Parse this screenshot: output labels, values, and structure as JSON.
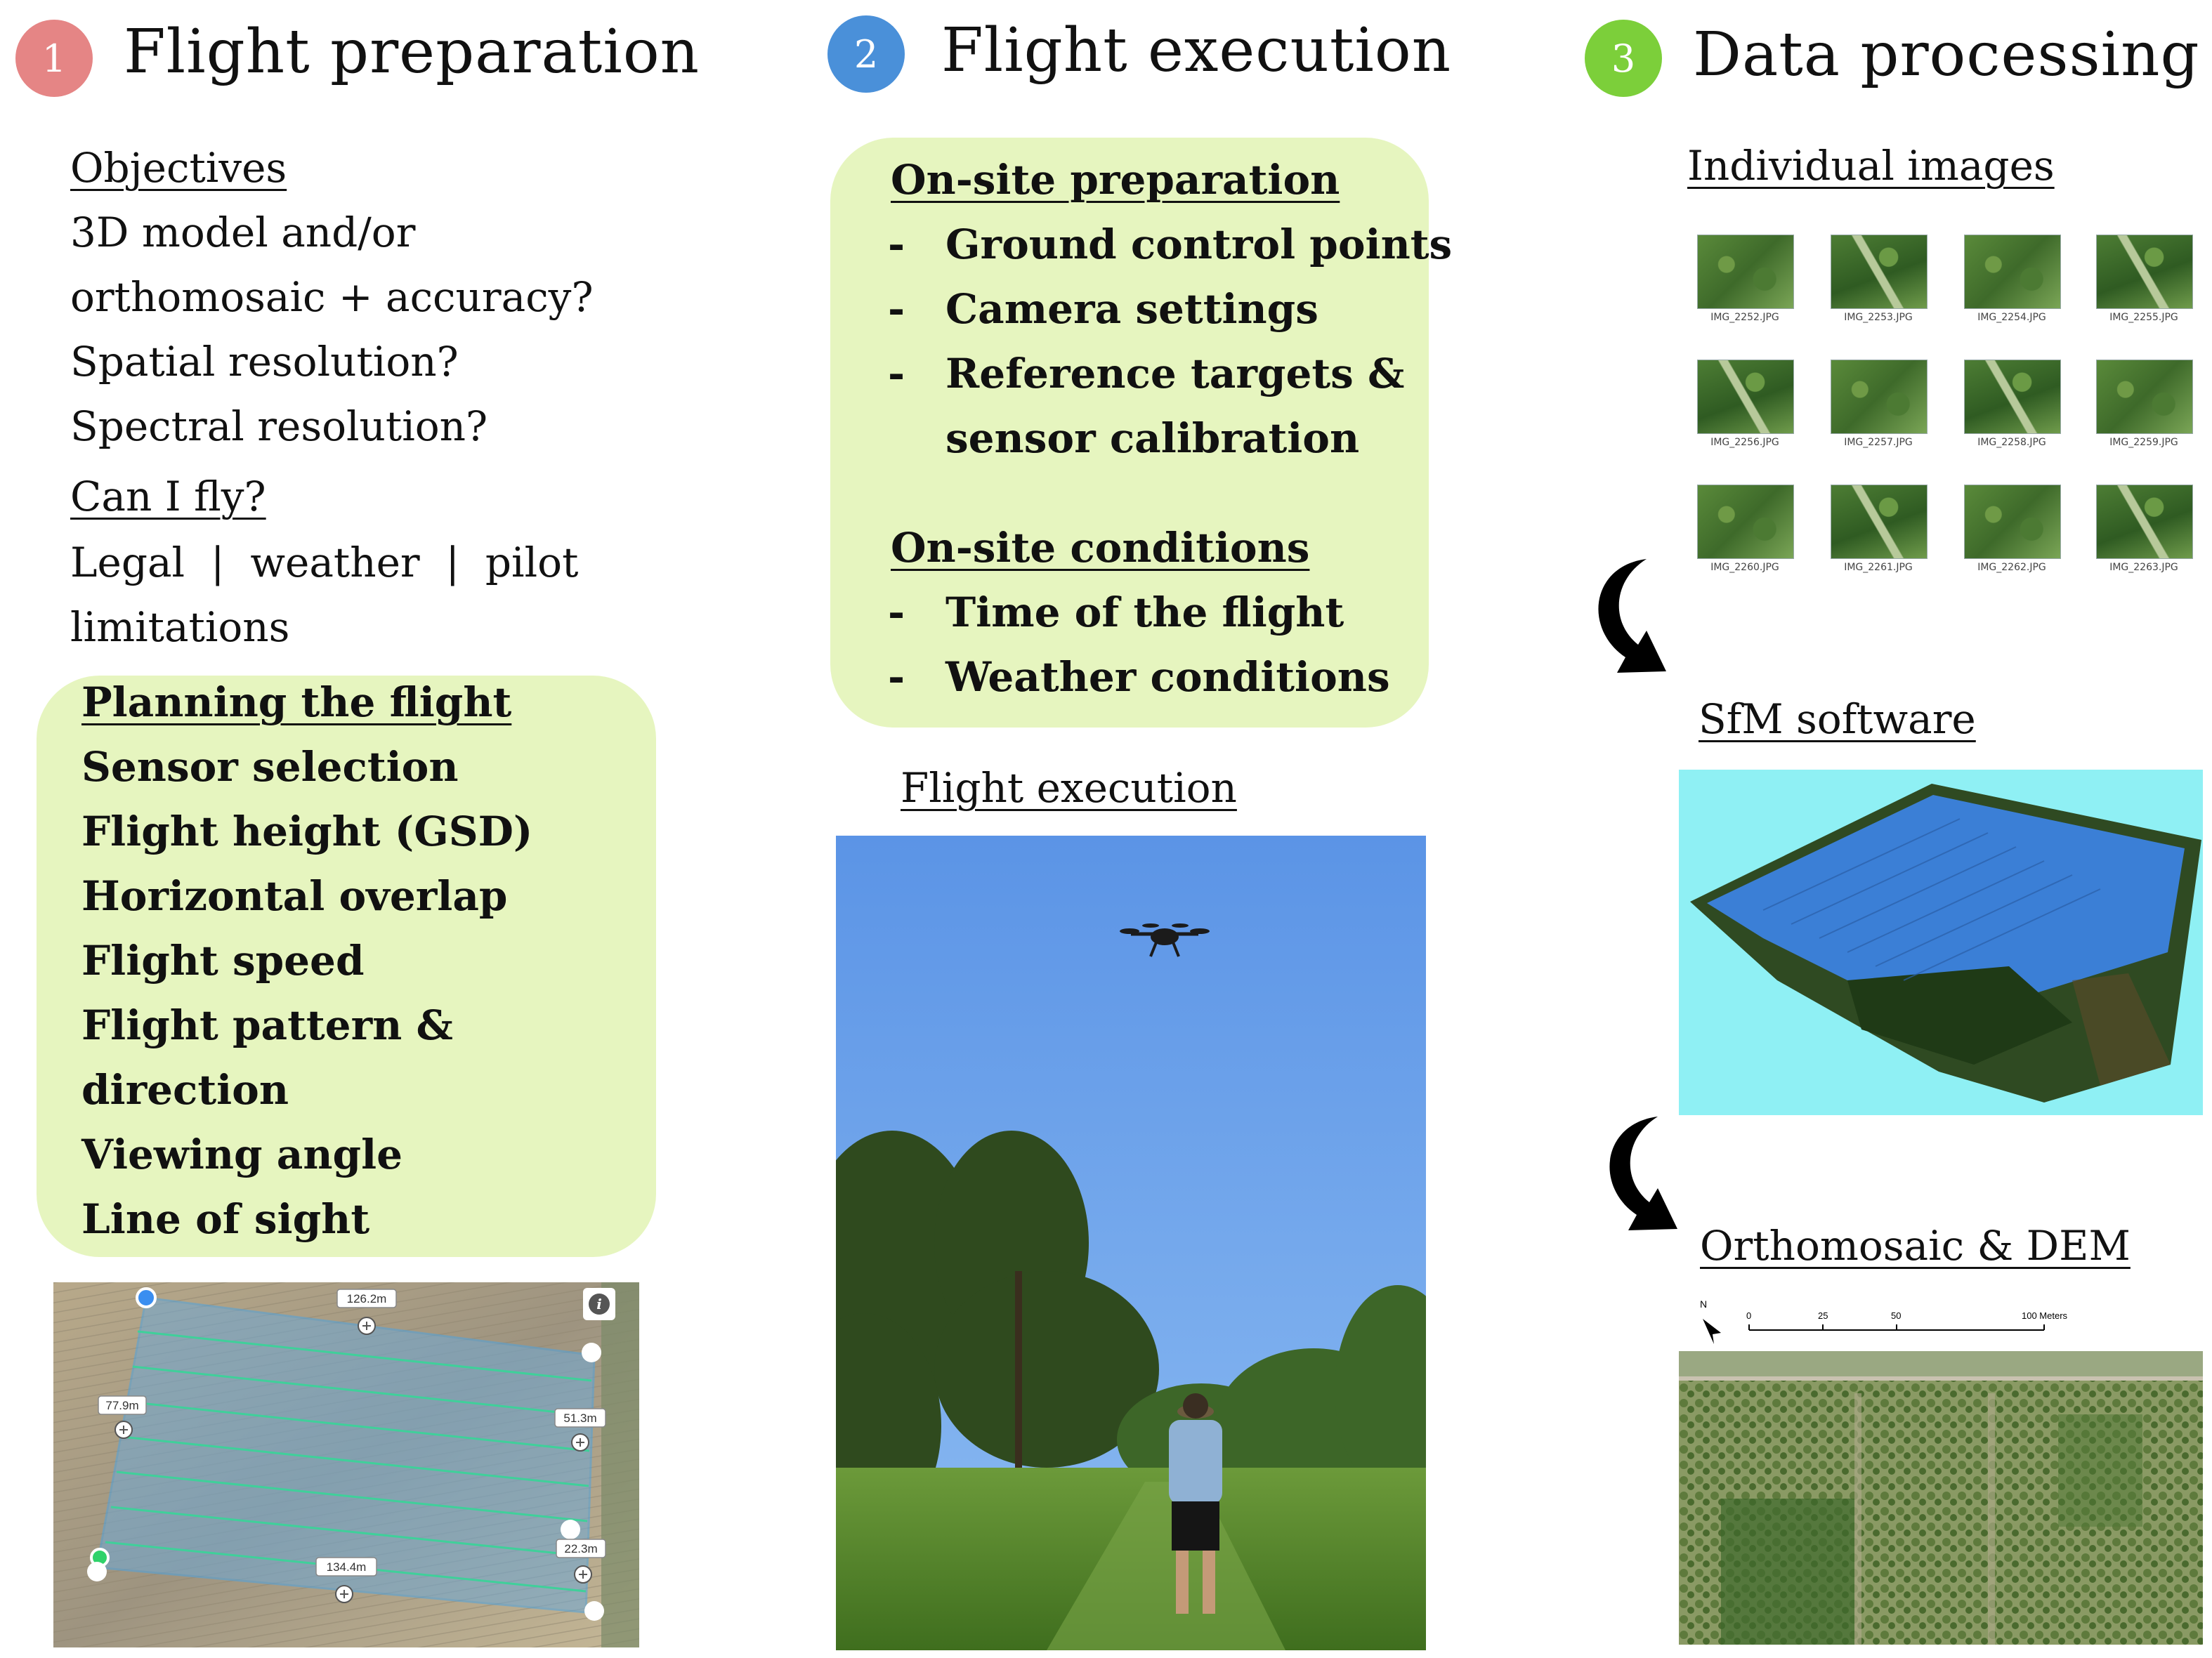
{
  "columns": [
    {
      "badge": "1",
      "badge_color": "#e58585",
      "title": "Flight preparation"
    },
    {
      "badge": "2",
      "badge_color": "#4a90d9",
      "title": "Flight execution"
    },
    {
      "badge": "3",
      "badge_color": "#7ccf3a",
      "title": "Data processing"
    }
  ],
  "prep": {
    "objectives_heading": "Objectives",
    "objectives": [
      "3D model and/or",
      "orthomosaic + accuracy?",
      "Spatial resolution?",
      "Spectral resolution?"
    ],
    "canfly_heading": "Can I fly?",
    "canfly": [
      "Legal  |  weather  |  pilot",
      "limitations"
    ],
    "planning_heading": "Planning the flight",
    "planning": [
      "Sensor selection",
      "Flight height (GSD)",
      "Horizontal overlap",
      "Flight speed",
      "Flight pattern &",
      "direction",
      "Viewing angle",
      "Line of sight"
    ],
    "map_labels": [
      "126.2m",
      "77.9m",
      "51.3m",
      "22.3m",
      "134.4m"
    ],
    "map_info_icon": "info-icon"
  },
  "exec": {
    "onsite_prep_heading": "On-site preparation",
    "onsite_prep": [
      "Ground control points",
      "Camera settings",
      "Reference targets &",
      "sensor calibration"
    ],
    "onsite_cond_heading": "On-site conditions",
    "onsite_cond": [
      "Time of the flight",
      "Weather conditions"
    ],
    "photo_heading": "Flight execution"
  },
  "proc": {
    "images_heading": "Individual images",
    "images": [
      "IMG_2252.JPG",
      "IMG_2253.JPG",
      "IMG_2254.JPG",
      "IMG_2255.JPG",
      "IMG_2256.JPG",
      "IMG_2257.JPG",
      "IMG_2258.JPG",
      "IMG_2259.JPG",
      "IMG_2260.JPG",
      "IMG_2261.JPG",
      "IMG_2262.JPG",
      "IMG_2263.JPG"
    ],
    "sfm_heading": "SfM software",
    "ortho_heading": "Orthomosaic & DEM",
    "scale_labels": [
      "0",
      "25",
      "50",
      "100 Meters"
    ],
    "north_label": "N"
  }
}
